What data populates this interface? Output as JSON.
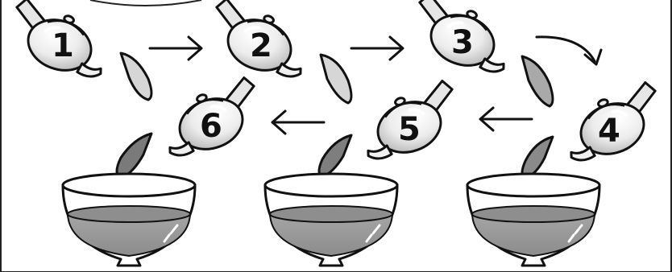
{
  "steps": [
    {
      "label": "1"
    },
    {
      "label": "2"
    },
    {
      "label": "3"
    },
    {
      "label": "4"
    },
    {
      "label": "5"
    },
    {
      "label": "6"
    }
  ],
  "colors": {
    "outline": "#111111",
    "pot_fill": "#f2f2f2",
    "pot_shade": "#c8c8c8",
    "stream_light": "#d0d0d0",
    "stream_mid": "#a8a8a8",
    "stream_dark": "#7a7a7a",
    "tea": "#9a9a9a",
    "bowl": "#ffffff",
    "frame": "#222222"
  },
  "icons": {
    "teapot": "teapot-icon",
    "bowl": "bowl-icon",
    "arrow": "arrow-icon"
  }
}
